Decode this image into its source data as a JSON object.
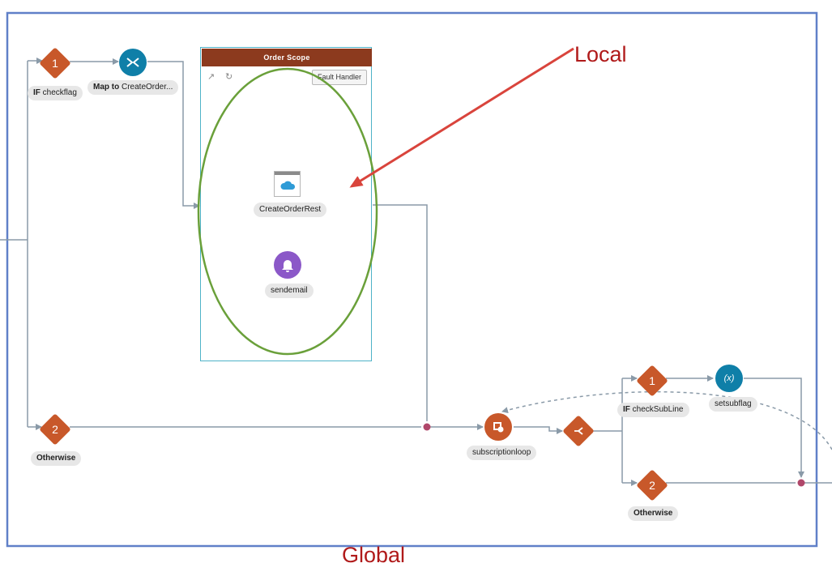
{
  "annotations": {
    "local": "Local",
    "global": "Global"
  },
  "scope": {
    "title": "Order Scope",
    "fault_handler_label": "Fault Handler",
    "tools": [
      "collapse-icon",
      "refresh-icon"
    ]
  },
  "nodes": {
    "if_checkflag": {
      "number": "1",
      "keyword": "IF",
      "label": "checkflag"
    },
    "map_create": {
      "bold": "Map to",
      "label": "CreateOrder..."
    },
    "create_order_rest": {
      "label": "CreateOrderRest"
    },
    "sendemail": {
      "label": "sendemail"
    },
    "otherwise_1": {
      "number": "2",
      "label": "Otherwise"
    },
    "subscriptionloop": {
      "label": "subscriptionloop"
    },
    "if_checksubline": {
      "number": "1",
      "keyword": "IF",
      "label": "checkSubLine"
    },
    "setsubflag": {
      "label": "setsubflag",
      "icon_text": "(x)"
    },
    "otherwise_2": {
      "number": "2",
      "label": "Otherwise"
    }
  },
  "colors": {
    "frame": "#6080c8",
    "connector": "#8a9aa8",
    "diamond": "#c8582a",
    "teal": "#0f7fa8",
    "purple": "#8b58c8",
    "ellipse": "#6aa03a",
    "arrow": "#d9443c",
    "join": "#b0476a",
    "annotation_text": "#b01a1a"
  }
}
